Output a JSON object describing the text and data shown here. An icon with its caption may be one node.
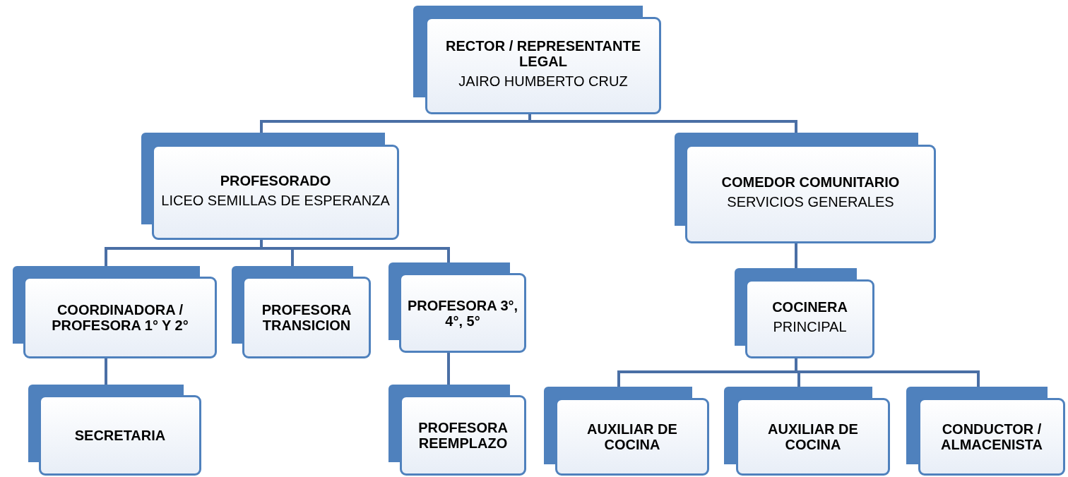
{
  "diagram": {
    "nodes": [
      {
        "text": [
          "RECTOR / REPRESENTANTE LEGAL",
          "JAIRO HUMBERTO CRUZ"
        ]
      },
      {
        "text": [
          "PROFESORADO",
          "LICEO SEMILLAS DE ESPERANZA"
        ]
      },
      {
        "text": [
          "COMEDOR COMUNITARIO",
          "SERVICIOS GENERALES"
        ]
      },
      {
        "text": [
          "COORDINADORA / PROFESORA 1° Y 2°"
        ]
      },
      {
        "text": [
          "PROFESORA TRANSICION"
        ]
      },
      {
        "text": [
          "PROFESORA 3°, 4°, 5°"
        ]
      },
      {
        "text": [
          "COCINERA",
          "PRINCIPAL"
        ]
      },
      {
        "text": [
          "SECRETARIA"
        ]
      },
      {
        "text": [
          "PROFESORA REEMPLAZO"
        ]
      },
      {
        "text": [
          "AUXILIAR DE COCINA"
        ]
      },
      {
        "text": [
          "AUXILIAR DE COCINA"
        ]
      },
      {
        "text": [
          "CONDUCTOR / ALMACENISTA"
        ]
      }
    ],
    "edges": [
      {
        "from": 0,
        "to": 1,
        "arrow": "none"
      },
      {
        "from": 0,
        "to": 2,
        "arrow": "none"
      },
      {
        "from": 1,
        "to": 3,
        "arrow": "none"
      },
      {
        "from": 1,
        "to": 4,
        "arrow": "none"
      },
      {
        "from": 1,
        "to": 5,
        "arrow": "none"
      },
      {
        "from": 3,
        "to": 7,
        "arrow": "none"
      },
      {
        "from": 5,
        "to": 8,
        "arrow": "none"
      },
      {
        "from": 2,
        "to": 6,
        "arrow": "none"
      },
      {
        "from": 6,
        "to": 9,
        "arrow": "none"
      },
      {
        "from": 6,
        "to": 10,
        "arrow": "none"
      },
      {
        "from": 6,
        "to": 11,
        "arrow": "none"
      }
    ]
  }
}
